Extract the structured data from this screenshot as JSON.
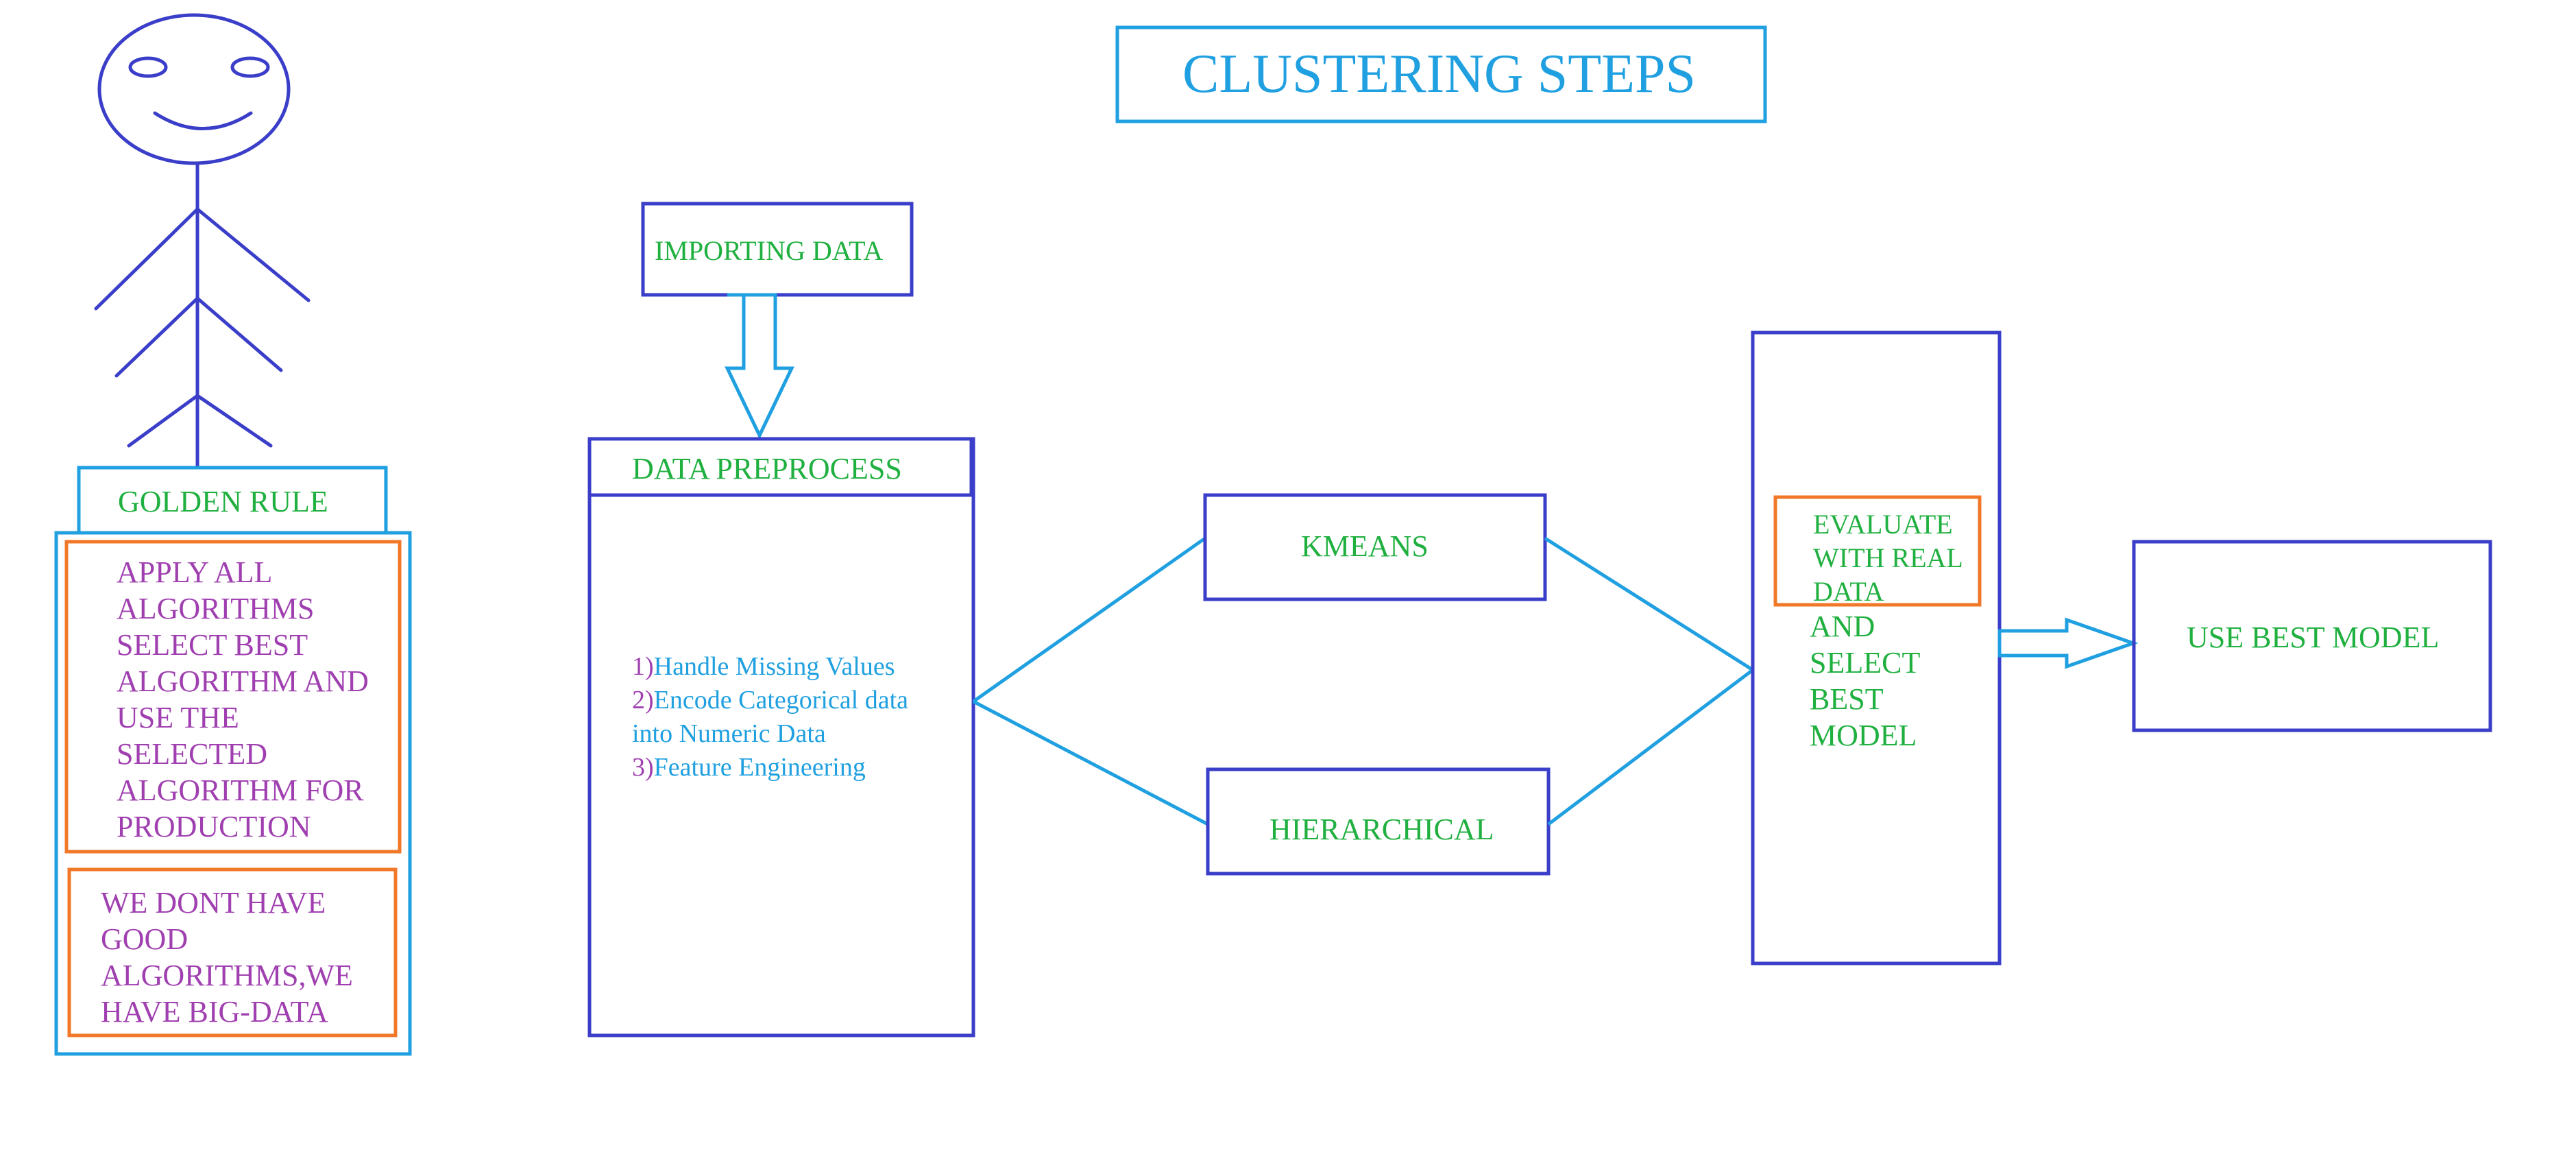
{
  "title": "CLUSTERING STEPS",
  "stick_figure": {
    "golden_rule_label": "GOLDEN RULE",
    "rule_1": [
      "APPLY ALL",
      "ALGORITHMS",
      "SELECT BEST",
      "ALGORITHM AND",
      "USE THE",
      "SELECTED",
      "ALGORITHM FOR",
      "PRODUCTION"
    ],
    "rule_2": [
      "WE DONT HAVE",
      "GOOD",
      "ALGORITHMS,WE",
      "HAVE BIG-DATA"
    ]
  },
  "steps": {
    "importing": "IMPORTING DATA",
    "preprocess_title": "DATA PREPROCESS",
    "preprocess_items": [
      {
        "num": "1)",
        "text": "Handle Missing Values"
      },
      {
        "num": "2)",
        "text": "Encode Categorical data"
      },
      {
        "num": "",
        "text": "into Numeric Data"
      },
      {
        "num": "3)",
        "text": "Feature Engineering"
      }
    ],
    "kmeans": "KMEANS",
    "hierarchical": "HIERARCHICAL",
    "evaluate_box": [
      "EVALUATE",
      "WITH REAL",
      "DATA"
    ],
    "select_text": [
      "AND",
      "SELECT",
      "BEST",
      "MODEL"
    ],
    "use_best": "USE BEST MODEL"
  },
  "colors": {
    "navy": "#3a3ec8",
    "cyan": "#20a0e0",
    "orange": "#f07828",
    "green": "#20b040",
    "purple": "#a040b0"
  }
}
